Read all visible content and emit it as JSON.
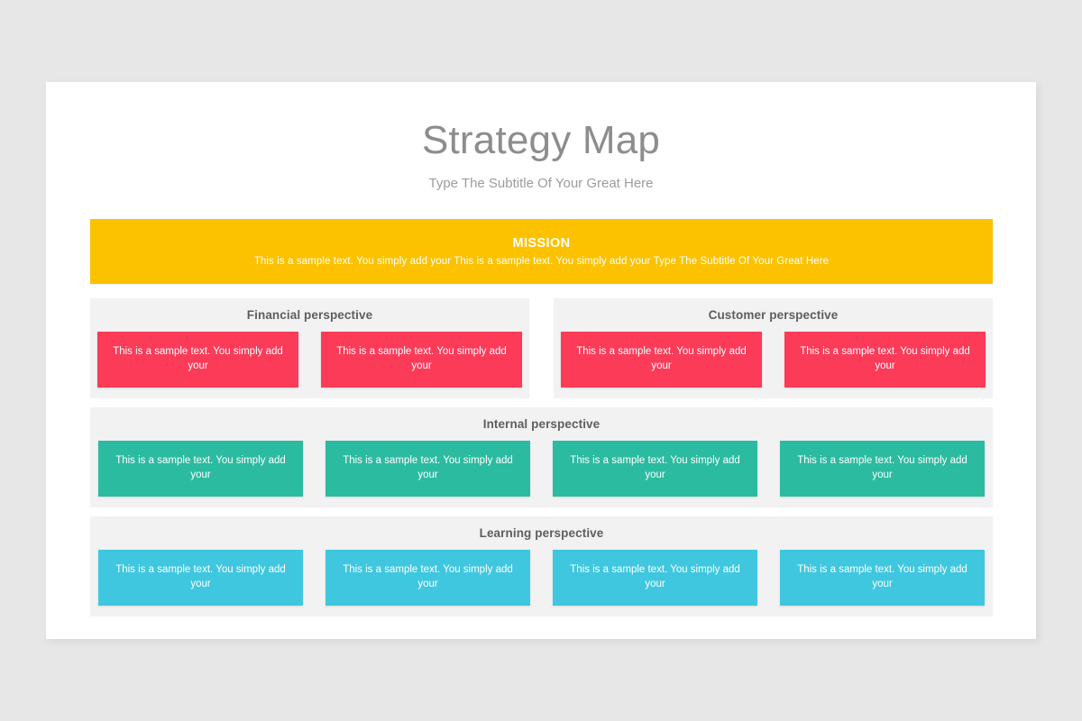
{
  "slide": {
    "title": "Strategy Map",
    "subtitle": "Type The Subtitle Of Your Great Here"
  },
  "mission": {
    "label": "MISSION",
    "text": "This is a sample text. You simply add your This is a sample text. You simply add your Type The Subtitle Of Your Great Here",
    "color": "#fcc200"
  },
  "card_text": "This is a sample text. You simply add your",
  "colors": {
    "financial": "#fb3b58",
    "customer": "#fb3b58",
    "internal": "#2bbba0",
    "learning": "#3fc7e0",
    "panel_bg": "#f2f2f2",
    "slide_bg": "#ffffff",
    "page_bg": "#e8e7e7",
    "title_text": "#8d8d8d",
    "subtitle_text": "#9c9c9c",
    "panel_title_text": "#5e5e5e"
  },
  "panels": [
    {
      "key": "financial",
      "title": "Financial perspective",
      "cards": [
        {
          "text": "This is a sample text. You simply add your"
        },
        {
          "text": "This is a sample text. You simply add your"
        }
      ]
    },
    {
      "key": "customer",
      "title": "Customer perspective",
      "cards": [
        {
          "text": "This is a sample text. You simply add your"
        },
        {
          "text": "This is a sample text. You simply add your"
        }
      ]
    },
    {
      "key": "internal",
      "title": "Internal perspective",
      "cards": [
        {
          "text": "This is a sample text. You simply add your"
        },
        {
          "text": "This is a sample text. You simply add your"
        },
        {
          "text": "This is a sample text. You simply add your"
        },
        {
          "text": "This is a sample text. You simply add your"
        }
      ]
    },
    {
      "key": "learning",
      "title": "Learning perspective",
      "cards": [
        {
          "text": "This is a sample text. You simply add your"
        },
        {
          "text": "This is a sample text. You simply add your"
        },
        {
          "text": "This is a sample text. You simply add your"
        },
        {
          "text": "This is a sample text. You simply add your"
        }
      ]
    }
  ]
}
